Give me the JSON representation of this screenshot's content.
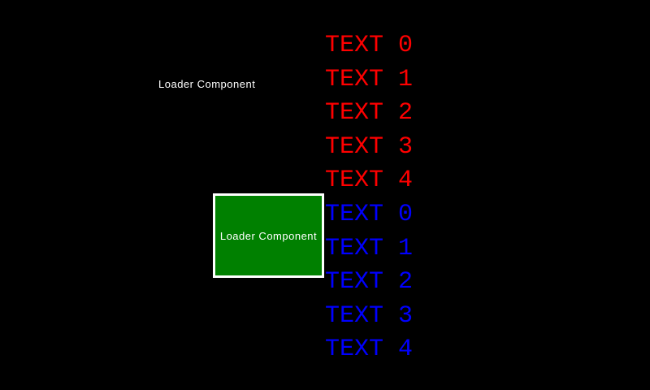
{
  "colors": {
    "background": "#000000",
    "red_text": "#ff0000",
    "blue_text": "#0000ff",
    "loader_fill": "#008000",
    "loader_border": "#ffffff",
    "label_text": "#ffffff"
  },
  "top_loader": {
    "label": "Loader Component"
  },
  "box_loader": {
    "label": "Loader Component"
  },
  "red_list": {
    "items": [
      "TEXT 0",
      "TEXT 1",
      "TEXT 2",
      "TEXT 3",
      "TEXT 4"
    ]
  },
  "blue_list": {
    "items": [
      "TEXT 0",
      "TEXT 1",
      "TEXT 2",
      "TEXT 3",
      "TEXT 4"
    ]
  }
}
